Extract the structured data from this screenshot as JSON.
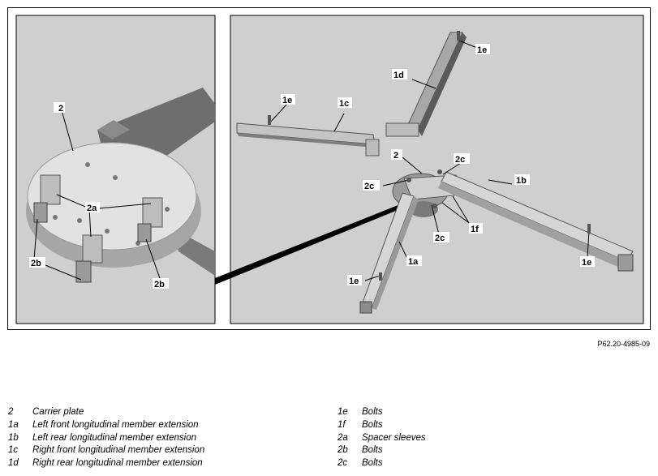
{
  "callouts": {
    "c2_left": "2",
    "c2a_left": "2a",
    "c2b_left_a": "2b",
    "c2b_left_b": "2b",
    "c1e_top_right": "1e",
    "c1d": "1d",
    "c1e_left_arm": "1e",
    "c1c": "1c",
    "c2_center": "2",
    "c2c_top": "2c",
    "c2c_left": "2c",
    "c1b": "1b",
    "c1f": "1f",
    "c2c_bottom": "2c",
    "c1a": "1a",
    "c1e_right_arm": "1e",
    "c1e_bottom": "1e"
  },
  "figure_id": "P62.20-4985-09",
  "legend_left": [
    {
      "key": "2",
      "text": "Carrier plate"
    },
    {
      "key": "1a",
      "text": "Left front longitudinal member extension"
    },
    {
      "key": "1b",
      "text": "Left rear longitudinal member extension"
    },
    {
      "key": "1c",
      "text": "Right front longitudinal member extension"
    },
    {
      "key": "1d",
      "text": "Right rear longitudinal member extension"
    }
  ],
  "legend_right": [
    {
      "key": "1e",
      "text": "Bolts"
    },
    {
      "key": "1f",
      "text": "Bolts"
    },
    {
      "key": "2a",
      "text": "Spacer sleeves"
    },
    {
      "key": "2b",
      "text": "Bolts"
    },
    {
      "key": "2c",
      "text": "Bolts"
    }
  ]
}
